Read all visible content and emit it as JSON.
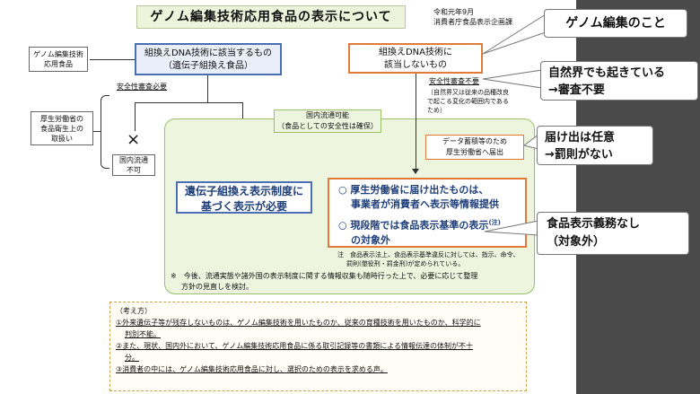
{
  "title": "ゲノム編集技術応用食品の表示について",
  "date_line1": "令和元年9月",
  "date_line2": "消費者庁食品表示企画課",
  "left_labels": {
    "top_l1": "ゲノム編集技術",
    "top_l2": "応用食品",
    "mid_l1": "厚生労働省の",
    "mid_l2": "食品衛生上の",
    "mid_l3": "取扱い"
  },
  "blue_box": {
    "line1": "組換えDNA技術に該当するもの",
    "line2": "（遺伝子組換え食品）"
  },
  "orange_box": {
    "line1": "組換えDNA技術に",
    "line2": "該当しないもの"
  },
  "safety_required": "安全性審査必要",
  "safety_not_required": "安全性審査不要",
  "natural_note_l1": "（自然界又は従来の品種改良",
  "natural_note_l2": "で起こる変化の範囲内である",
  "natural_note_l3": "ため）",
  "cross_symbol": "×",
  "circle_symbol": "○",
  "no_distribution_l1": "国内流通",
  "no_distribution_l2": "不可",
  "domestic_l1": "国内流通可能",
  "domestic_l2": "（食品としての安全性は確保）",
  "data_note_l1": "データ蓄積等のため",
  "data_note_l2": "厚生労働省へ届出",
  "gm_label_box_l1": "遺伝子組換え表示制度に",
  "gm_label_box_l2": "基づく表示が必要",
  "orange_inner": {
    "item1_l1": "○ 厚生労働省に届け出たものは、",
    "item1_l2": "事業者が消費者へ表示等情報提供",
    "item2_l1": "○ 現段階では食品表示基準の表示",
    "item2_sup": "(注)",
    "item2_l2": "の対象外"
  },
  "footnote_l1": "注　食品表示法上、食品表示基準違反に対しては、指示、命令、",
  "footnote_l2": "罰則(懲役刑・罰金刑)が定められている。",
  "survey_note_l1": "※　今後、流通実態や諸外国の表示制度に関する情報収集も随時行った上で、必要に応じて整理",
  "survey_note_l2": "方針の見直しを検討。",
  "thinking": {
    "header": "（考え方）",
    "p1_l1": "①外来遺伝子等が残存しないものは、ゲノム編集技術を用いたものか、従来の育種技術を用いたものか、科学的に",
    "p1_l2": "判別不能。",
    "p2_l1": "②また、現状、国内外において、ゲノム編集技術応用食品に係る取引記録等の書類による情報伝達の体制が不十",
    "p2_l2": "分。",
    "p3": "③消費者の中には、ゲノム編集技術応用食品に対し、選択のための表示を求める声。"
  },
  "callouts": {
    "c1": "ゲノム編集のこと",
    "c2_l1": "自然界でも起きている",
    "c2_l2": "→審査不要",
    "c3_l1": "届け出は任意",
    "c3_l2": "→罰則がない",
    "c4_l1": "食品表示義務なし",
    "c4_l2": "（対象外）"
  }
}
